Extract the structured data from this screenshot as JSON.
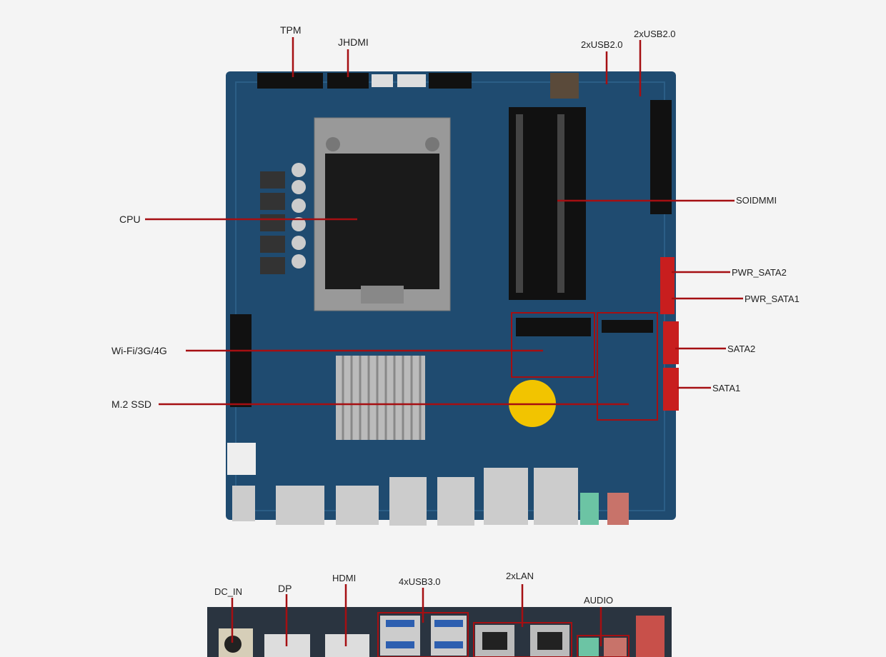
{
  "board_labels": {
    "tpm": "TPM",
    "jhdmi": "JHDMI",
    "usb20_a": "2xUSB2.0",
    "usb20_b": "2xUSB2.0",
    "soidmmi": "SOIDMMI",
    "pwr_sata2": "PWR_SATA2",
    "pwr_sata1": "PWR_SATA1",
    "sata2": "SATA2",
    "sata1": "SATA1",
    "cpu": "CPU",
    "wifi": "Wi-Fi/3G/4G",
    "m2ssd": "M.2 SSD"
  },
  "io_labels": {
    "dc_in": "DC_IN",
    "dp": "DP",
    "hdmi": "HDMI",
    "usb30": "4xUSB3.0",
    "lan": "2xLAN",
    "audio": "AUDIO"
  },
  "colors": {
    "leader": "#a50f12",
    "board": "#1f4b70",
    "background": "#f4f4f4"
  }
}
